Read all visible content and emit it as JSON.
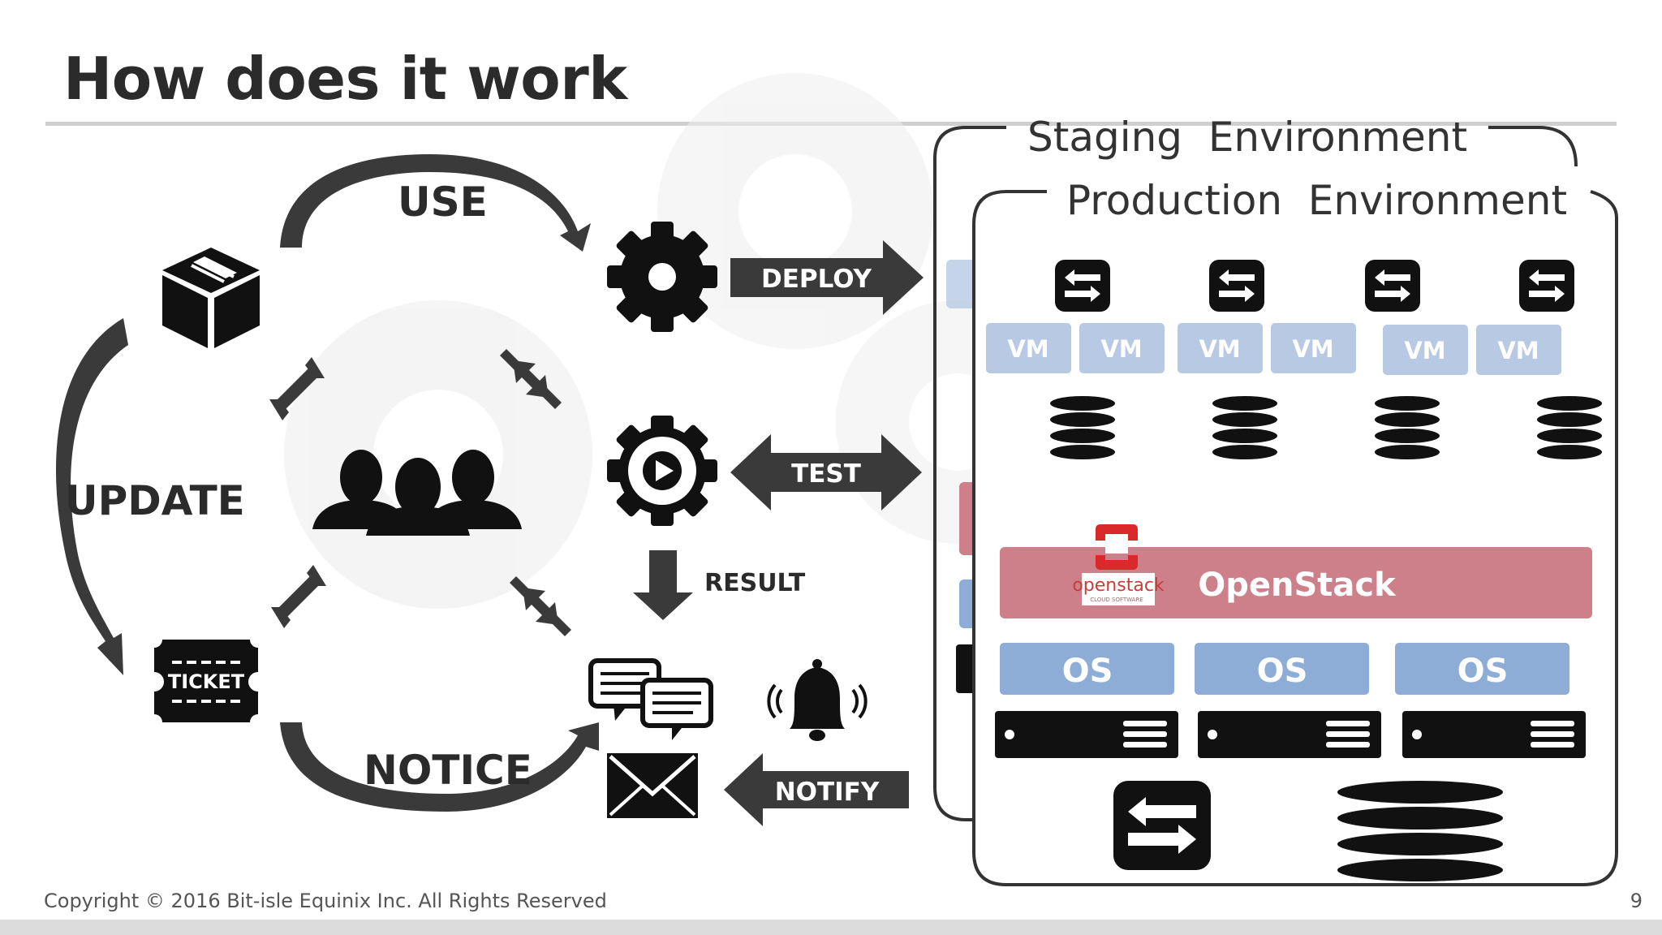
{
  "slide": {
    "title": "How does it work",
    "copyright": "Copyright © 2016 Bit-isle Equinix Inc. All Rights Reserved",
    "page_number": "9"
  },
  "cycle": {
    "use_label": "USE",
    "update_label": "UPDATE",
    "notice_label": "NOTICE",
    "ticket_label": "TICKET"
  },
  "flow": {
    "deploy_label": "DEPLOY",
    "test_label": "TEST",
    "result_label": "RESULT",
    "notify_label": "NOTIFY"
  },
  "environments": {
    "staging_title": "Staging  Environment",
    "production_title": "Production  Environment",
    "vm_label": "VM",
    "openstack_bar_label": "OpenStack",
    "openstack_logo_text": "openstack",
    "openstack_logo_subtext": "CLOUD SOFTWARE",
    "os_label": "OS"
  },
  "colors": {
    "vm_fill": "#b8c9e3",
    "vm_text": "#ffffff",
    "os_fill": "#8eadd6",
    "openstack_fill": "#cd7f8a",
    "openstack_logo_red": "#d9292a",
    "icon_dark": "#111111",
    "arrow_dark": "#3a3a3a",
    "panel_border": "#333333"
  },
  "icons": {
    "package": "package-box-icon",
    "ticket": "ticket-icon",
    "users": "users-group-icon",
    "gear": "gear-icon",
    "gear_play": "gear-play-icon",
    "chat": "chat-bubbles-icon",
    "bell": "bell-ringing-icon",
    "mail": "envelope-icon",
    "switch": "network-switch-icon",
    "database": "database-icon",
    "server": "server-rack-icon"
  }
}
